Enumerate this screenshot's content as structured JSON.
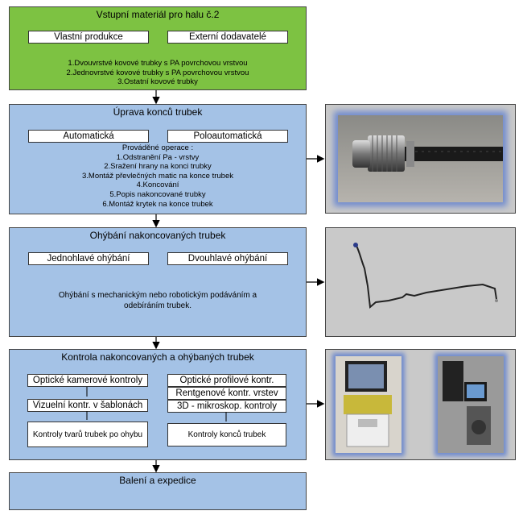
{
  "block1": {
    "title": "Vstupní materiál pro halu č.2",
    "boxes": [
      "Vlastní produkce",
      "Externí dodavatelé"
    ],
    "lines": [
      "1.Dvouvrstvé kovové trubky s PA povrchovou vrstvou",
      "2.Jednovrstvé kovové trubky s PA povrchovou vrstvou",
      "3.Ostatní kovové trubky"
    ]
  },
  "block2": {
    "title": "Úprava konců trubek",
    "boxes": [
      "Automatická",
      "Poloautomatická"
    ],
    "lines": [
      "Prováděné operace :",
      "1.Odstranění Pa - vrstvy",
      "2.Sražení hrany na konci trubky",
      "3.Montáž převlečných matic na konce trubek",
      "4.Koncování",
      "5.Popis nakoncované trubky",
      "6.Montáž krytek na konce trubek"
    ]
  },
  "block3": {
    "title": "Ohýbání nakoncovaných trubek",
    "boxes": [
      "Jednohlavé ohýbání",
      "Dvouhlavé ohýbání"
    ],
    "lines": [
      "Ohýbání s mechanickým nebo robotickým podáváním a",
      "odebíráním trubek."
    ]
  },
  "block4": {
    "title": "Kontrola nakoncovaných a ohýbaných trubek",
    "left_boxes": [
      "Optické kamerové kontroly",
      "Vizuelní kontr. v šablonách"
    ],
    "left_result": "Kontroly tvarů trubek po ohybu",
    "right_boxes": [
      "Optické profilové kontr.",
      "Rentgenové kontr. vrstev",
      "3D - mikroskop. kontroly"
    ],
    "right_result": "Kontroly konců trubek"
  },
  "block5": {
    "title": "Balení a expedice"
  },
  "colors": {
    "green": "#7dc242",
    "blue": "#a4c2e6",
    "photo_bg": "#c9c9c9"
  }
}
